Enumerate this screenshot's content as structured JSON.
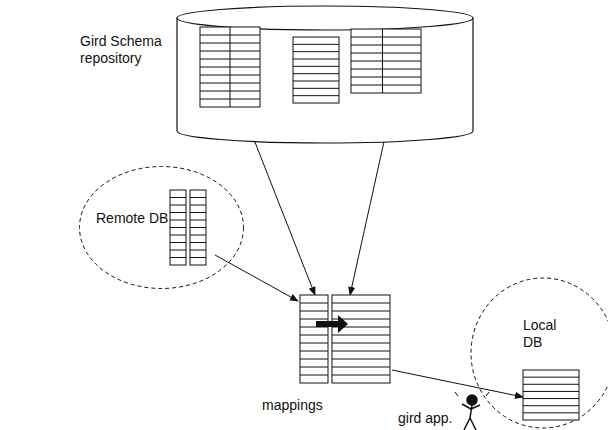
{
  "diagram": {
    "nodes": [
      {
        "text": [
          "Gird Schema repository"
        ]
      },
      {
        "text": [
          "Remote DB"
        ]
      },
      {
        "text": [
          "mappings"
        ]
      },
      {
        "text": [
          "Local DB"
        ]
      }
    ],
    "edges": [
      {
        "from": 0,
        "to": 2,
        "arrow": "to"
      },
      {
        "from": 0,
        "to": 2,
        "arrow": "to"
      },
      {
        "from": 1,
        "to": 2,
        "arrow": "to"
      },
      {
        "from": 2,
        "to": 3,
        "arrow": "to"
      }
    ],
    "labels": [
      "gird app."
    ]
  }
}
